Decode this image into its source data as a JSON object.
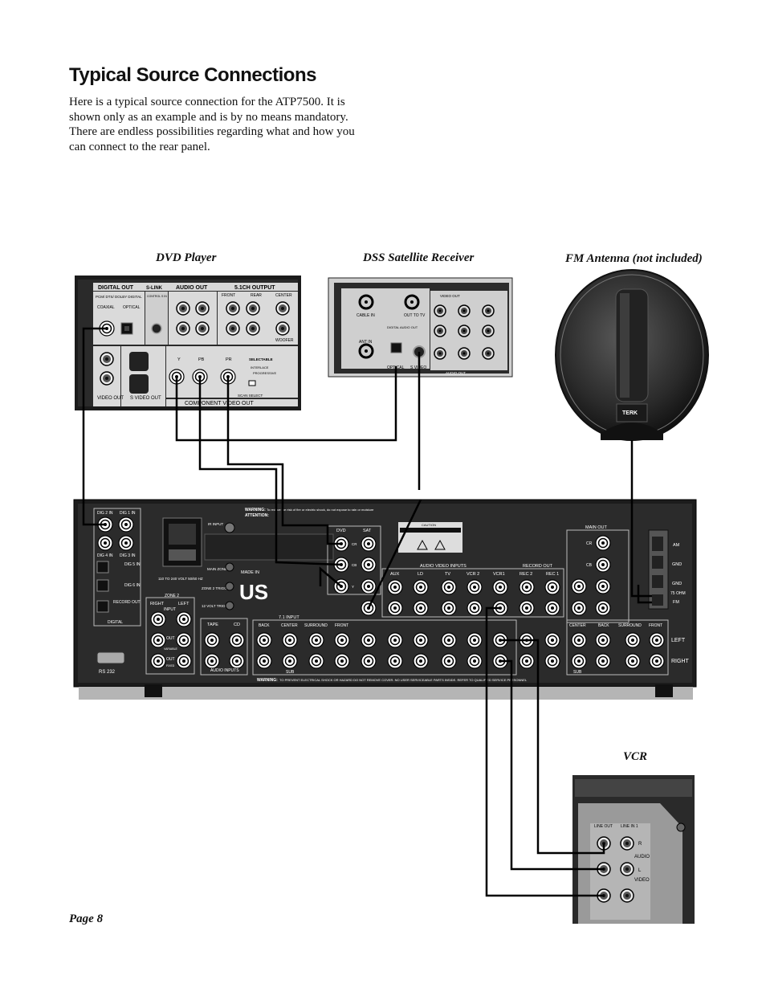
{
  "page": {
    "title": "Typical Source Connections",
    "intro": "Here is a typical source connection for the ATP7500. It is shown only as an example and is by no means mandatory. There are endless possibilities regarding what and how you can connect to the rear panel.",
    "page_number": "Page 8"
  },
  "labels": {
    "dvd": "DVD Player",
    "dss": "DSS Satellite Receiver",
    "fm": "FM Antenna (not included)",
    "vcr": "VCR"
  },
  "dvd_panel": {
    "digital_out": "DIGITAL OUT",
    "formats": "PCM/ DTS/ DOLBY DIGITAL",
    "coaxial": "COAXIAL",
    "optical": "OPTICAL",
    "slink": "S-LINK",
    "control_s_in": "CONTROL S IN",
    "audio_out": "AUDIO OUT",
    "ch51_output": "5.1CH OUTPUT",
    "front": "FRONT",
    "rear": "REAR",
    "center": "CENTER",
    "woofer": "WOOFER",
    "video_out": "VIDEO OUT",
    "s_video_out": "S VIDEO OUT",
    "y": "Y",
    "pb": "PB",
    "pr": "PR",
    "selectable": "SELECTABLE",
    "interlace": "INTERLACE",
    "progressive": "PROGRESSIVE",
    "scan_select": "SCAN SELECT",
    "component_video_out": "COMPONENT VIDEO OUT"
  },
  "dss_panel": {
    "cable_in": "CABLE IN",
    "out_to_tv": "OUT TO TV",
    "ant_in": "ANT IN",
    "digital_audio_out": "DIGITAL AUDIO OUT",
    "optical": "OPTICAL",
    "s_video": "S VIDEO",
    "video_out": "VIDEO OUT",
    "audio_out": "AUDIO OUT"
  },
  "antenna": {
    "brand": "TERK"
  },
  "receiver": {
    "dig2_in": "DIG 2 IN",
    "dig1_in": "DIG 1 IN",
    "dig4_in": "DIG 4 IN",
    "dig3_in": "DIG 3 IN",
    "dig5_in": "DIG 5 IN",
    "dig6_in": "DIG 6 IN",
    "record_out": "RECORD OUT",
    "digital": "DIGITAL",
    "rs232": "RS 232",
    "ir_input": "IR INPUT",
    "warning": "WARNING:",
    "warning_text": "To reduce the risk of fire or electric shock, do not expose to rain or moisture",
    "attention": "ATTENTION:",
    "voltage": "110 TO 240 VOLT 50/60 HZ",
    "main_zone": "MAIN ZONE",
    "zone2_trigger": "ZONE 2 TRIGGER",
    "twelve_volt_trigger": "12 VOLT TRIGGER",
    "zone2": "ZONE 2",
    "made_in": "MADE IN",
    "us": "US",
    "right": "RIGHT",
    "left": "LEFT",
    "input": "INPUT",
    "out": "OUT",
    "variable": "VARIABLE",
    "fixed": "FIXED",
    "tape": "TAPE",
    "cd": "CD",
    "audio_inputs": "AUDIO INPUTS",
    "dvd": "DVD",
    "sat": "SAT",
    "cr": "CR",
    "cb": "CB",
    "y": "Y",
    "caution": "CAUTION",
    "audio_video_inputs": "AUDIO VIDEO INPUTS",
    "aux": "AUX",
    "ld": "LD",
    "tv": "TV",
    "vcr2": "VCR 2",
    "vcr1": "VCR1",
    "record_out_group": "RECORD OUT",
    "rec2": "REC 2",
    "rec1": "REC 1",
    "main_out": "MAIN OUT",
    "ch71_input": "7.1 INPUT",
    "back": "BACK",
    "center": "CENTER",
    "surround": "SURROUND",
    "front": "FRONT",
    "sub": "SUB",
    "am": "AM",
    "gnd": "GND",
    "ohm75": "75 OHM",
    "fm": "FM",
    "right_label": "RIGHT",
    "bottom_warning": "WARNING:",
    "bottom_warning_text": "TO PREVENT ELECTRICAL SHOCK OR HAZARD DO NOT REMOVE COVER. NO USER SERVICEABLE PARTS INSIDE. REFER TO QUALIFIED SERVICE PERSONNEL"
  },
  "vcr_panel": {
    "line_out": "LINE OUT",
    "line_in": "LINE IN 1",
    "r": "R",
    "audio": "AUDIO",
    "l": "L",
    "video": "VIDEO"
  }
}
